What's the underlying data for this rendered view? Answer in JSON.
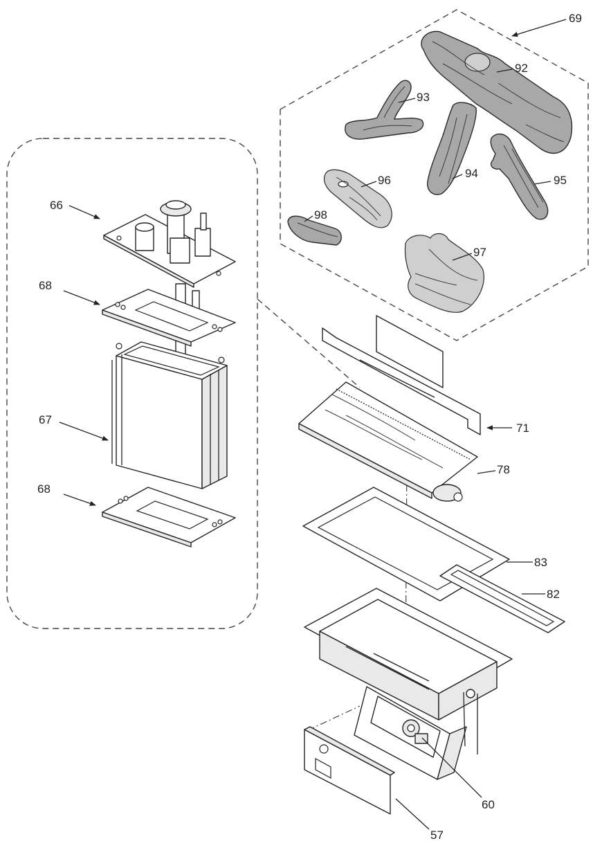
{
  "diagram": {
    "callouts": {
      "c57": "57",
      "c60": "60",
      "c66": "66",
      "c67": "67",
      "c68a": "68",
      "c68b": "68",
      "c69": "69",
      "c71": "71",
      "c78": "78",
      "c82": "82",
      "c83": "83",
      "c92": "92",
      "c93": "93",
      "c94": "94",
      "c95": "95",
      "c96": "96",
      "c97": "97",
      "c98": "98"
    }
  }
}
